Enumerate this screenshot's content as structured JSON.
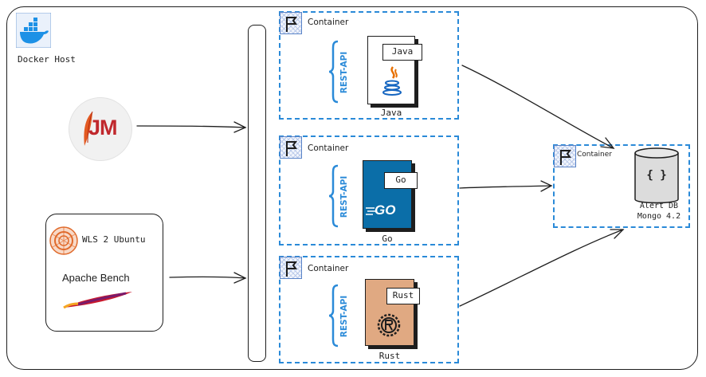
{
  "host": {
    "label": "Docker Host"
  },
  "jmeter": {
    "logo_text": "JM"
  },
  "bench": {
    "os_label": "WLS 2 Ubuntu",
    "tool_label": "Apache Bench"
  },
  "containers": [
    {
      "title": "Container",
      "api_label": "REST-API",
      "lang_tag": "Java",
      "lang_label": "Java"
    },
    {
      "title": "Container",
      "api_label": "REST-API",
      "lang_tag": "Go",
      "lang_label": "Go",
      "logo_text": "GO"
    },
    {
      "title": "Container",
      "api_label": "REST-API",
      "lang_tag": "Rust",
      "lang_label": "Rust"
    }
  ],
  "db": {
    "title": "Container",
    "icon_text": "{ }",
    "line1": "Alert DB",
    "line2": "Mongo 4.2"
  },
  "colors": {
    "dash": "#2a8ad8",
    "docker": "#1d91e6",
    "go": "#0b6ea8",
    "rust": "#e0a982",
    "ubuntu": "#e06a2b"
  }
}
